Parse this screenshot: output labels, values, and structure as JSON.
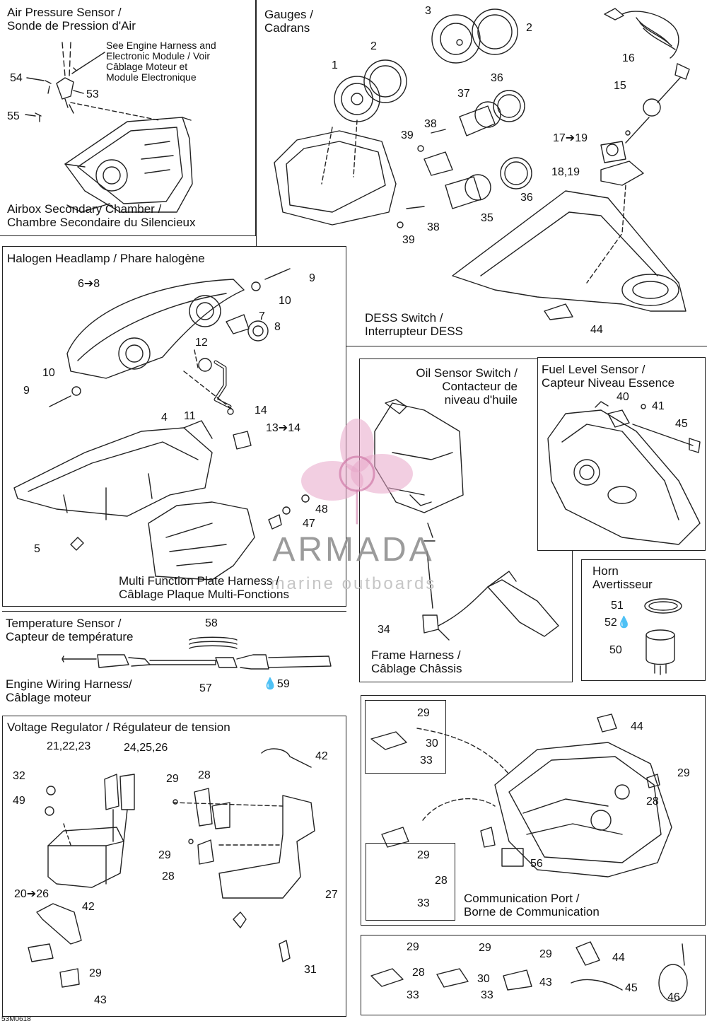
{
  "panels": {
    "air": {
      "title": [
        "Air Pressure Sensor /",
        "Sonde de Pression d'Air"
      ],
      "note": [
        "See Engine Harness and",
        "Electronic Module / Voir",
        "Câblage Moteur et",
        "Module Electronique"
      ],
      "sub": [
        "Airbox Secondary Chamber /",
        "Chambre Secondaire du Silencieux"
      ]
    },
    "gauges": {
      "title": [
        "Gauges /",
        "Cadrans"
      ],
      "sub": [
        "DESS Switch /",
        "Interrupteur DESS"
      ]
    },
    "headlamp": {
      "title": [
        "Halogen Headlamp / Phare halogène"
      ],
      "sub": [
        "Multi Function Plate Harness /",
        "Câblage Plaque Multi-Fonctions"
      ]
    },
    "oil": {
      "title": [
        "Oil Sensor Switch /",
        "Contacteur de",
        "niveau d'huile"
      ],
      "sub": [
        "Frame Harness /",
        "Câblage Châssis"
      ]
    },
    "fuel": {
      "title": [
        "Fuel Level Sensor /",
        "Capteur Niveau Essence"
      ]
    },
    "horn": {
      "title": [
        "Horn",
        "Avertisseur"
      ]
    },
    "temp": {
      "title": [
        "Temperature Sensor /",
        "Capteur de température"
      ],
      "sub": [
        "Engine Wiring Harness/",
        "Câblage moteur"
      ]
    },
    "voltage": {
      "title": [
        "Voltage Regulator / Régulateur de tension"
      ]
    },
    "comm": {
      "sub": [
        "Communication Port /",
        "Borne de Communication"
      ]
    }
  },
  "callouts": {
    "air": [
      "54",
      "53",
      "55"
    ],
    "gauges": [
      "3",
      "2",
      "2",
      "1",
      "36",
      "37",
      "38",
      "39",
      "36",
      "35",
      "38",
      "39",
      "16",
      "15",
      "17➔19",
      "18,19",
      "44"
    ],
    "headlamp": [
      "6➔8",
      "9",
      "10",
      "7",
      "8",
      "12",
      "10",
      "9",
      "11",
      "14",
      "13➔14",
      "4",
      "48",
      "47",
      "5"
    ],
    "oil": [
      "34"
    ],
    "fuel": [
      "40",
      "41",
      "45"
    ],
    "horn": [
      "51",
      "52💧",
      "50"
    ],
    "temp": [
      "58",
      "57",
      "💧59"
    ],
    "voltage": [
      "21,22,23",
      "24,25,26",
      "42",
      "32",
      "49",
      "29",
      "28",
      "29",
      "28",
      "27",
      "20➔26",
      "42",
      "31",
      "29",
      "43"
    ],
    "comm": [
      "29",
      "30",
      "33",
      "44",
      "29",
      "28",
      "29",
      "28",
      "33",
      "56"
    ],
    "bottom": [
      "29",
      "28",
      "33",
      "29",
      "30",
      "33",
      "29",
      "43",
      "44",
      "45",
      "46"
    ]
  },
  "watermark": {
    "title": "ARMADA",
    "subtitle": "marine outboards",
    "petal_color": "#e7a6c8",
    "ring_color": "#d07aa8"
  },
  "code": "53M0618"
}
